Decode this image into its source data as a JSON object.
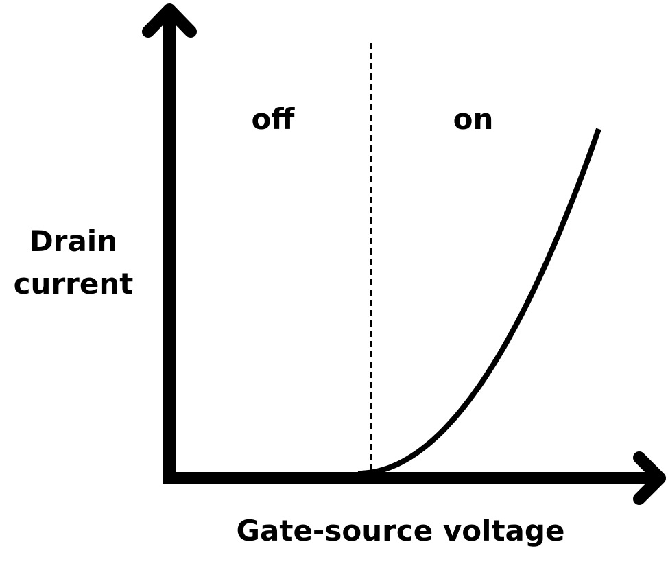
{
  "chart_data": {
    "type": "line",
    "xlabel": "Gate-source voltage",
    "ylabel": [
      "Drain",
      "current"
    ],
    "regions": [
      {
        "label": "off"
      },
      {
        "label": "on"
      }
    ],
    "threshold_x": 0,
    "series": [
      {
        "x": [
          0,
          0.1,
          0.2,
          0.3,
          0.4,
          0.5,
          0.6,
          0.7,
          0.8,
          0.9,
          1.0
        ],
        "y": [
          0,
          0.01,
          0.04,
          0.09,
          0.16,
          0.25,
          0.36,
          0.49,
          0.64,
          0.81,
          1.0
        ]
      }
    ],
    "grid": false,
    "legend": "none",
    "colors": {
      "axis": "#000000",
      "curve": "#000000",
      "divider": "#000000"
    }
  }
}
